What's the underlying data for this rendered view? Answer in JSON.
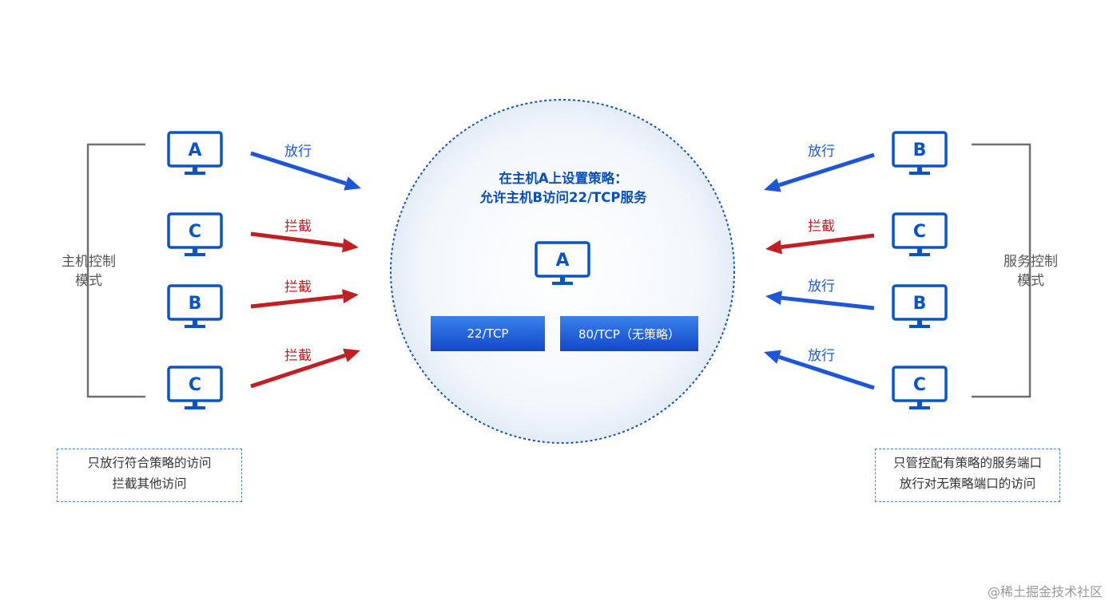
{
  "colors": {
    "allow": "#1f56d6",
    "block": "#c21f25",
    "pc": "#0b55c2",
    "bracket": "#707070",
    "title": "#0a4fb5"
  },
  "center": {
    "title_line1": "在主机A上设置策略：",
    "title_line2": "允许主机B访问22/TCP服务",
    "host_label": "A",
    "port1": "22/TCP",
    "port2": "80/TCP（无策略）"
  },
  "left": {
    "mode_line1": "主机控制",
    "mode_line2": "模式",
    "note_line1": "只放行符合策略的访问",
    "note_line2": "拦截其他访问",
    "hosts": [
      {
        "label": "A",
        "action": "放行",
        "kind": "allow"
      },
      {
        "label": "C",
        "action": "拦截",
        "kind": "block"
      },
      {
        "label": "B",
        "action": "拦截",
        "kind": "block"
      },
      {
        "label": "C",
        "action": "拦截",
        "kind": "block"
      }
    ]
  },
  "right": {
    "mode_line1": "服务控制",
    "mode_line2": "模式",
    "note_line1": "只管控配有策略的服务端口",
    "note_line2": "放行对无策略端口的访问",
    "hosts": [
      {
        "label": "B",
        "action": "放行",
        "kind": "allow"
      },
      {
        "label": "C",
        "action": "拦截",
        "kind": "block"
      },
      {
        "label": "B",
        "action": "放行",
        "kind": "allow"
      },
      {
        "label": "C",
        "action": "放行",
        "kind": "allow"
      }
    ]
  },
  "watermark": "@稀土掘金技术社区"
}
